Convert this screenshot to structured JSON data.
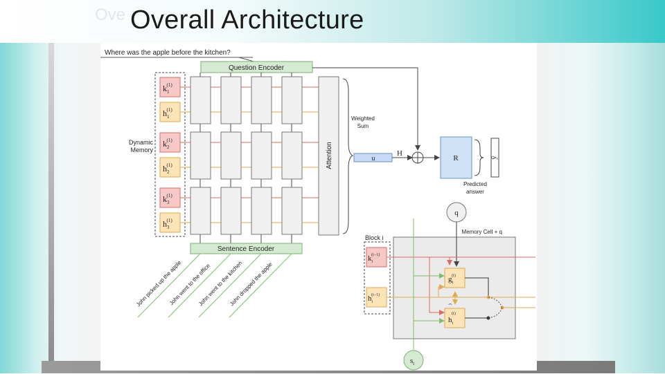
{
  "slide": {
    "title": "Overall Architecture",
    "title_ghost": "Ove"
  },
  "diagram": {
    "question": "Where was the apple before the kitchen?",
    "question_encoder": "Question Encoder",
    "sentence_encoder": "Sentence Encoder",
    "dynamic_memory": [
      "Dynamic",
      "Memory"
    ],
    "memory_slots": [
      {
        "base": "k",
        "sub": "1",
        "sup": "(1)",
        "color": "#f6c8c6",
        "stroke": "#d86b66"
      },
      {
        "base": "h",
        "sub": "1",
        "sup": "(1)",
        "color": "#fde3b8",
        "stroke": "#e0a94e"
      },
      {
        "base": "k",
        "sub": "2",
        "sup": "(1)",
        "color": "#f6c8c6",
        "stroke": "#d86b66"
      },
      {
        "base": "h",
        "sub": "2",
        "sup": "(1)",
        "color": "#fde3b8",
        "stroke": "#e0a94e"
      },
      {
        "base": "k",
        "sub": "3",
        "sup": "(1)",
        "color": "#f6c8c6",
        "stroke": "#d86b66"
      },
      {
        "base": "h",
        "sub": "3",
        "sup": "(1)",
        "color": "#fde3b8",
        "stroke": "#e0a94e"
      }
    ],
    "sentences": [
      "John picked up the apple",
      "John went to the office",
      "John went to the kitchen",
      "John dropped the apple"
    ],
    "attention": "Attention",
    "weighted_sum": [
      "Weighted",
      "Sum"
    ],
    "u_label": "u",
    "h_label": "H",
    "r_label": "R",
    "y_hat": "ŷ",
    "predicted_answer": [
      "Predicted",
      "answer"
    ],
    "q_label": "q",
    "memory_cell_label": "Memory Cell + q",
    "block_label": "Block i",
    "block_k": {
      "base": "k",
      "sub": "i",
      "sup": "(t−1)"
    },
    "block_h": {
      "base": "h",
      "sub": "i",
      "sup": "(t−1)"
    },
    "gate": {
      "base": "g",
      "sub": "i",
      "sup": "(t)"
    },
    "candidate": {
      "base": "h",
      "sub": "i",
      "sup": "(t)",
      "accent": "⌢"
    },
    "st": {
      "base": "s",
      "sub": "t"
    },
    "colors": {
      "accent_teal": "#39c8c9",
      "encoder_green": "#d5ebd1",
      "u_blue": "#c6dbf3",
      "r_blue": "#cfe1f5",
      "key_red": "#d86b66",
      "value_orange": "#e0a94e",
      "input_green": "#7dbf6e"
    }
  }
}
